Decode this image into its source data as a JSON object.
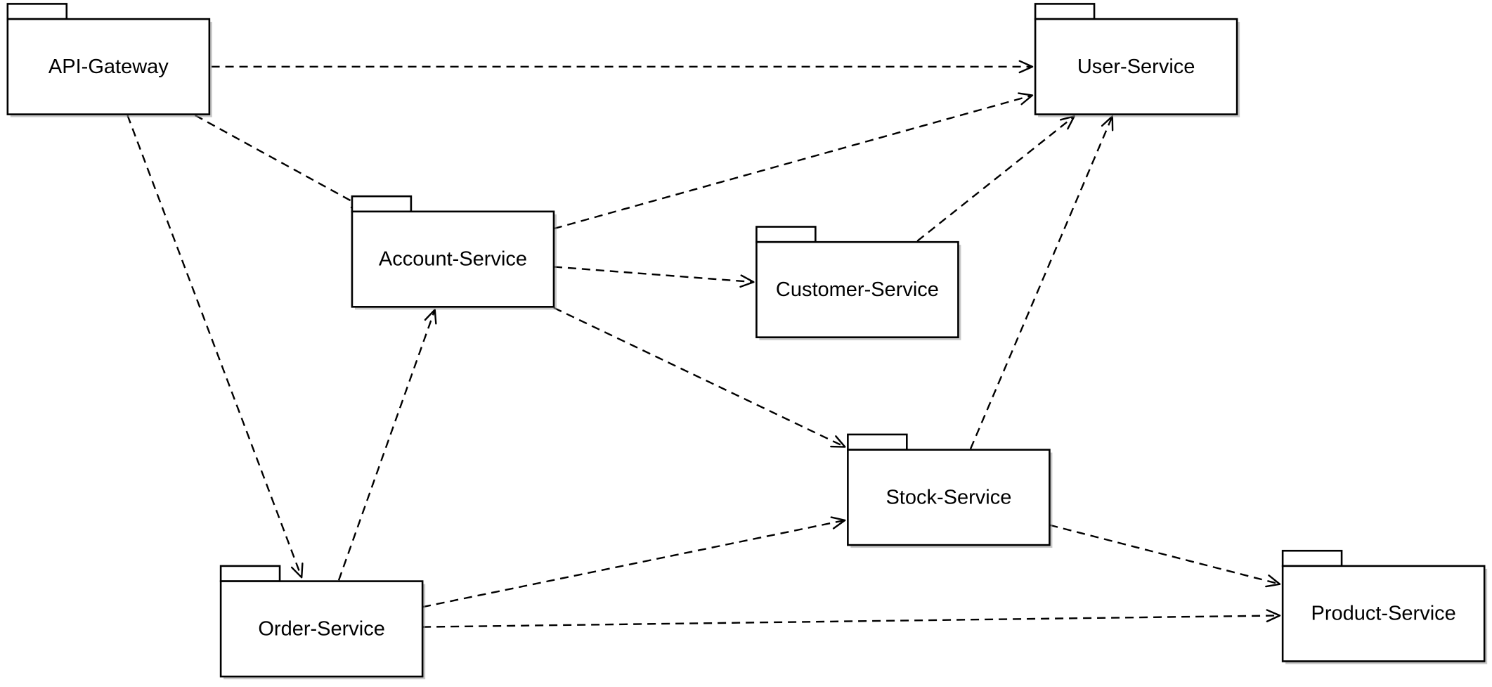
{
  "packages": [
    {
      "id": "api-gateway",
      "label": "API-Gateway"
    },
    {
      "id": "user-service",
      "label": "User-Service"
    },
    {
      "id": "account-service",
      "label": "Account-Service"
    },
    {
      "id": "customer-service",
      "label": "Customer-Service"
    },
    {
      "id": "stock-service",
      "label": "Stock-Service"
    },
    {
      "id": "order-service",
      "label": "Order-Service"
    },
    {
      "id": "product-service",
      "label": "Product-Service"
    }
  ],
  "dependencies": [
    {
      "from": "api-gateway",
      "to": "user-service"
    },
    {
      "from": "api-gateway",
      "to": "account-service"
    },
    {
      "from": "api-gateway",
      "to": "order-service"
    },
    {
      "from": "account-service",
      "to": "user-service"
    },
    {
      "from": "account-service",
      "to": "customer-service"
    },
    {
      "from": "account-service",
      "to": "stock-service"
    },
    {
      "from": "customer-service",
      "to": "user-service"
    },
    {
      "from": "stock-service",
      "to": "user-service"
    },
    {
      "from": "stock-service",
      "to": "product-service"
    },
    {
      "from": "order-service",
      "to": "account-service"
    },
    {
      "from": "order-service",
      "to": "stock-service"
    },
    {
      "from": "order-service",
      "to": "product-service"
    }
  ]
}
